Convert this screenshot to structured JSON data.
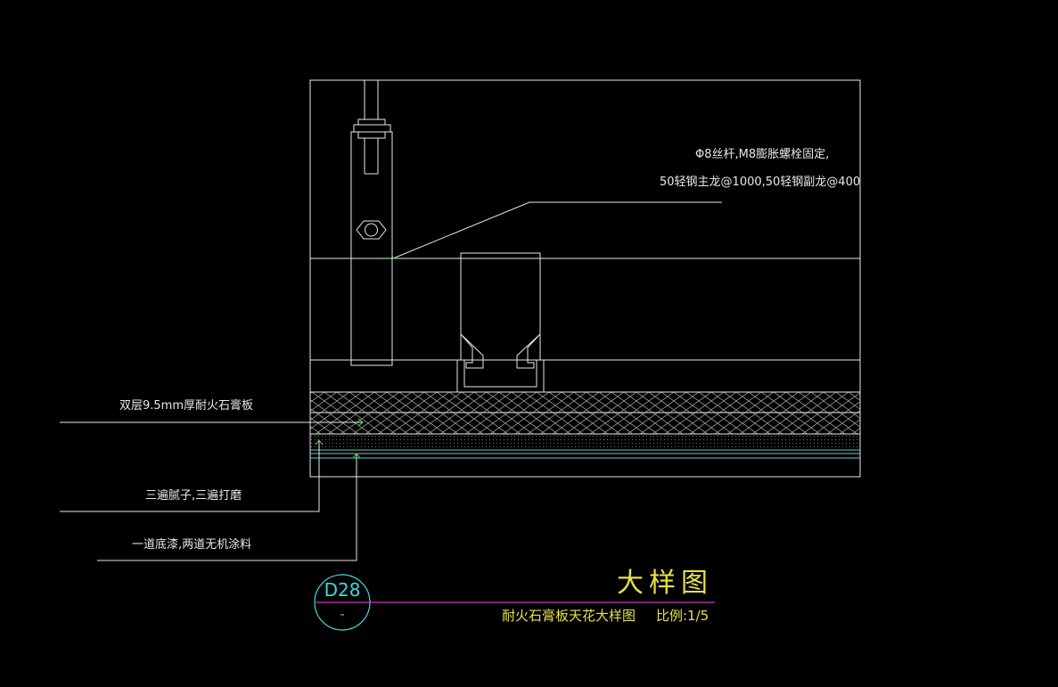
{
  "annotations": {
    "rod_line1": "Φ8丝杆,M8膨胀螺栓固定,",
    "rod_line2": "50轻钢主龙@1000,50轻钢副龙@400",
    "board": "双层9.5mm厚耐火石膏板",
    "putty": "三遍腻子,三遍打磨",
    "paint": "一道底漆,两道无机涂料"
  },
  "title_block": {
    "drawing_no": "D28",
    "sheet": "-",
    "title": "大样图",
    "subtitle": "耐火石膏板天花大样图",
    "scale": "比例:1/5"
  },
  "colors": {
    "background": "#000000",
    "lines": "#e8e8e8",
    "title_text": "#e6e24a",
    "title_rule": "#c837c8",
    "circle": "#3fd9e0",
    "arrows": "#39e64a",
    "finish_lines": "#3fd9e0"
  }
}
